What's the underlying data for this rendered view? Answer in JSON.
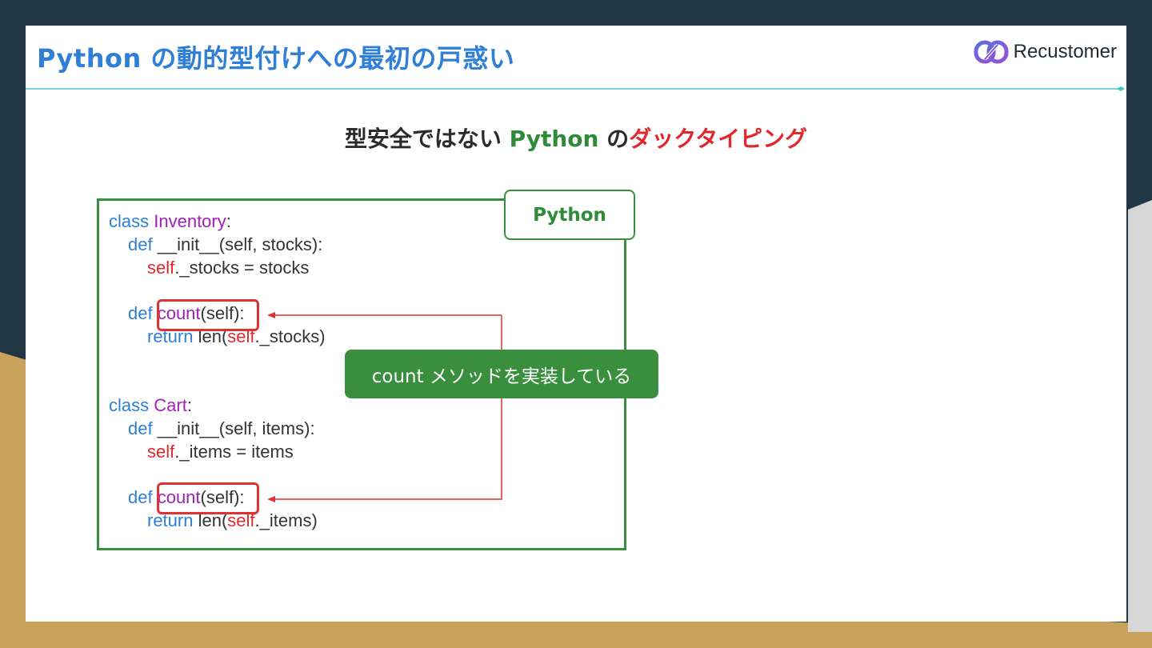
{
  "slide": {
    "title": "Python の動的型付けへの最初の戸惑い",
    "logo_text": "Recustomer",
    "logo_icon": "recustomer-logo-icon"
  },
  "subtitle": {
    "part1": "型安全ではない ",
    "part2": "Python",
    "part3": " の",
    "part4": "ダックタイピング"
  },
  "code_panel": {
    "language_tag": "Python",
    "callout": "count メソッドを実装している"
  },
  "code": {
    "l1_kw": "class ",
    "l1_name": "Inventory",
    "l1_colon": ":",
    "l2_kw": "def ",
    "l2_rest": "__init__(self, stocks):",
    "l3_self": "self",
    "l3_rest": "._stocks = stocks",
    "l4_kw": "def ",
    "l4_name": "count",
    "l4_rest": "(self):",
    "l5_kw": "return ",
    "l5_fn": "len(",
    "l5_self": "self",
    "l5_rest": "._stocks)",
    "l6_kw": "class ",
    "l6_name": "Cart",
    "l6_colon": ":",
    "l7_kw": "def ",
    "l7_rest": "__init__(self, items):",
    "l8_self": "self",
    "l8_rest": "._items = items",
    "l9_kw": "def ",
    "l9_name": "count",
    "l9_rest": "(self):",
    "l10_kw": "return ",
    "l10_fn": "len(",
    "l10_self": "self",
    "l10_rest": "._items)"
  },
  "colors": {
    "background_dark": "#213744",
    "background_gold": "#c9a35c",
    "title_blue": "#2f7fd6",
    "python_green": "#2e8b37",
    "duck_red": "#e0292d",
    "class_purple": "#a020b8",
    "divider_teal": "#43c6c6"
  }
}
